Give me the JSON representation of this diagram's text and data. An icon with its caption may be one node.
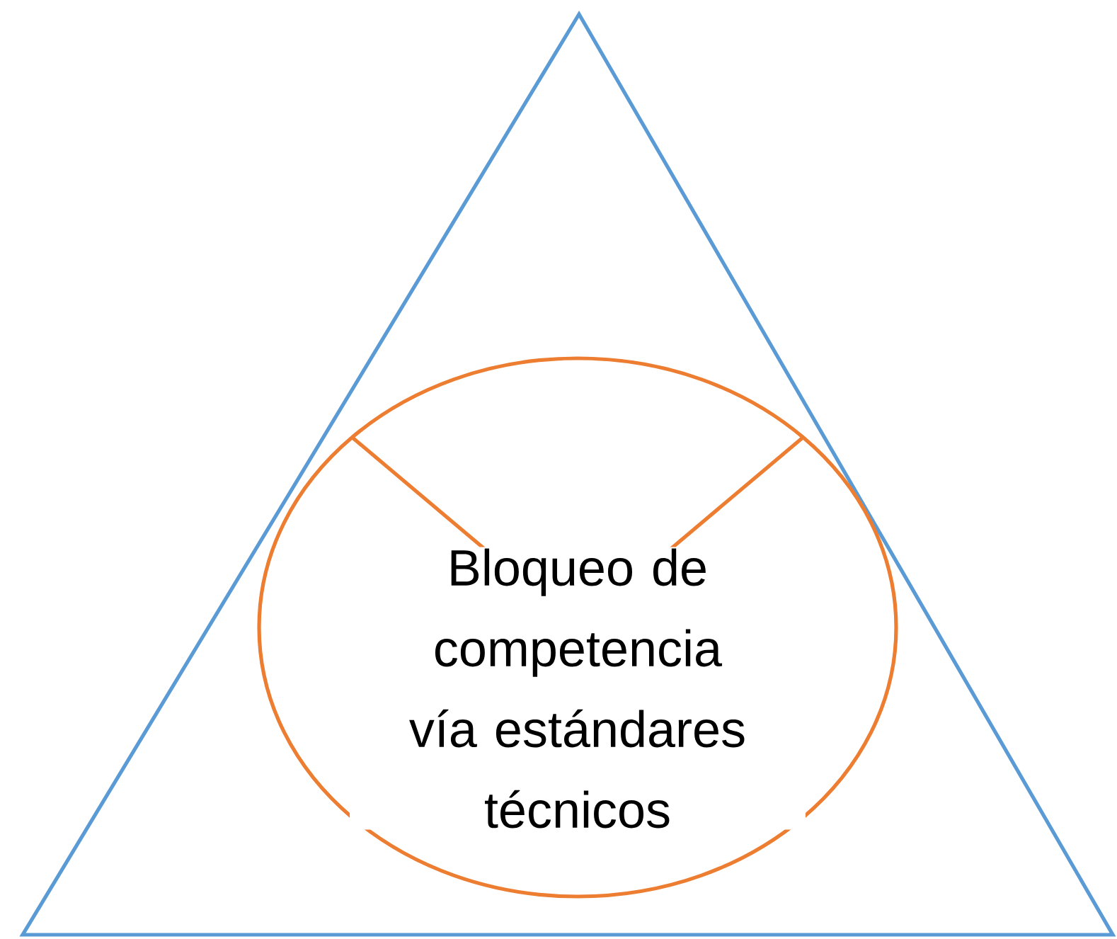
{
  "diagram": {
    "nodes": [
      {
        "text": [],
        "shape": "triangle"
      },
      {
        "text": [
          "Bloqueo de competencia vía estándares técnicos"
        ],
        "in": 0
      }
    ]
  }
}
